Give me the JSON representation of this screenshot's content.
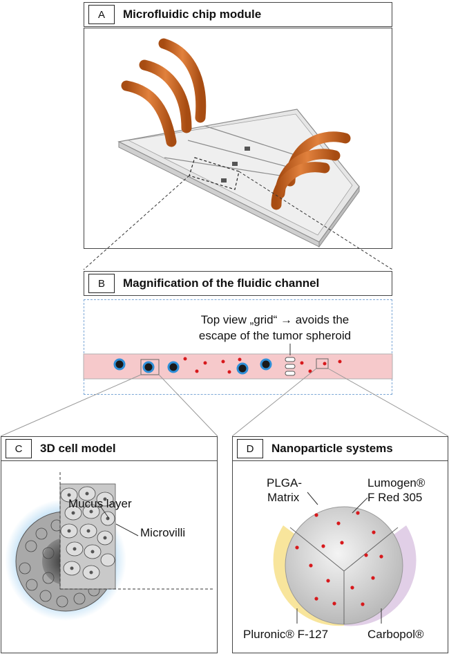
{
  "panels": {
    "a": {
      "letter": "A",
      "title": "Microfluidic chip module"
    },
    "b": {
      "letter": "B",
      "title": "Magnification of the fluidic channel",
      "note_line1": "Top view „grid“ → avoids the",
      "note_line2": "escape of the tumor spheroid"
    },
    "c": {
      "letter": "C",
      "title": "3D cell model",
      "label_mucus": "Mucus layer",
      "label_microvilli": "Microvilli"
    },
    "d": {
      "letter": "D",
      "title": "Nanoparticle systems",
      "label_plga_1": "PLGA-",
      "label_plga_2": "Matrix",
      "label_lumogen_1": "Lumogen®",
      "label_lumogen_2": "F Red 305",
      "label_pluronic": "Pluronic® F-127",
      "label_carbopol": "Carbopol®"
    }
  },
  "colors": {
    "tube": "#c8621e",
    "channel": "#f6c9cb",
    "particle": "#d7191c",
    "spheroid_ring": "#2f8fd8",
    "mucus_glow": "#a9d4f2",
    "pluronic": "#f2cf4a",
    "carbopol": "#c9a7d4",
    "sphere": "#cfcfcf"
  }
}
